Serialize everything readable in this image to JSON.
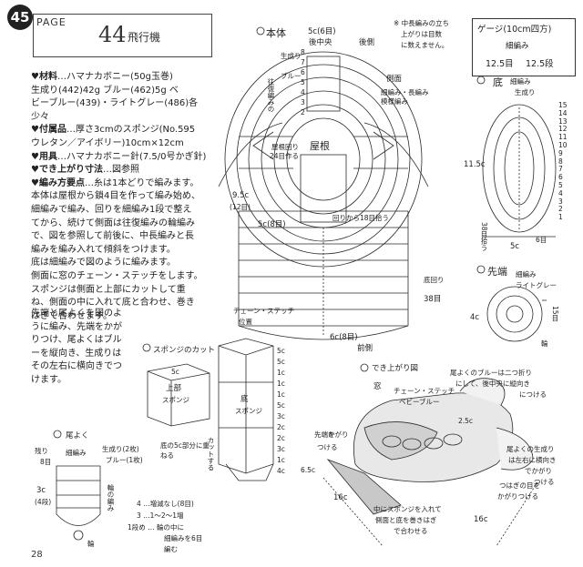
{
  "header": {
    "pattern_number": "45",
    "page_label": "PAGE",
    "page_number": "44",
    "title": "飛行機"
  },
  "instructions": {
    "materials_label": "材料",
    "materials_text": "…ハマナカボニー(50g玉巻)",
    "materials_line2": "生成り(442)42g ブルー(462)5g ベ",
    "materials_line3": "ビーブルー(439)・ライトグレー(486)各",
    "materials_line4": "少々",
    "accessories_label": "付属品",
    "accessories_text": "…厚さ3cmのスポンジ(No.595",
    "accessories_line2": "ウレタン／アイボリー)10cm×12cm",
    "tools_label": "用具",
    "tools_text": "…ハマナカボニー針(7.5/0号かぎ針)",
    "size_label": "でき上がり寸法",
    "size_text": "…図参照",
    "points_label": "編み方要点",
    "points_text": "…糸は1本どりで編みます。",
    "points_lines": [
      "本体は屋根から鎖4目を作って編み始め、",
      "細編みで編み、回りを細編み1段で整え",
      "てから、続けて側面は往復編みの輪編み",
      "で、図を参照して前後に、中長編みと長",
      "編みを編み入れて傾斜をつけます。",
      "底は細編みで図のように編みます。",
      "側面に窓のチェーン・ステッチをします。",
      "スポンジは側面と上部にカットして重",
      "ね、側面の中に入れて底と合わせ、巻き",
      "はぎで合わせます。"
    ],
    "tail_lines": [
      "先端と尾よくを図のよ",
      "うに編み、先端をかが",
      "りつけ、尾よくはブル",
      "ーを縦向き、生成りは",
      "その左右に横向きでつ",
      "けます。"
    ]
  },
  "gauge": {
    "title": "ゲージ",
    "unit": "(10cm四方)",
    "stitch": "細編み",
    "rows": "12.5目",
    "cols": "12.5段"
  },
  "body_section": {
    "title": "本体",
    "top_width": "5c(6目)",
    "back_label": "後中央",
    "back_side": "後側",
    "front_side": "前側",
    "note1": "※ 中長編みの立ち",
    "note2": "上がりは目数",
    "note3": "に数えません。",
    "side_label": "側面",
    "side_desc1": "細編み・長編み",
    "side_desc2": "模様編み",
    "roof_label": "屋根",
    "roof_counts": "屋根回り",
    "roof_count_val": "24目作る",
    "height": "9.5c",
    "height_rows": "(12目)",
    "bottom_width": "5c(8目)",
    "round_count": "回りから18目拾う",
    "bottom_round": "底回り",
    "bottom_stitches": "38目",
    "chain_stitch": "チェーン・ステッチ",
    "position": "位置",
    "bottom_width2": "6c(8目)",
    "yarn_off": "生成り",
    "yarn_blue": "ブルー",
    "row_labels": [
      "8",
      "7",
      "6",
      "5",
      "4",
      "3",
      "2"
    ],
    "row_notes": [
      "往復",
      "編み",
      "の"
    ]
  },
  "bottom_section": {
    "title": "底",
    "desc": "細編み",
    "yarn": "生成り",
    "width": "5c",
    "width_stitches": "6目",
    "height": "11.5c",
    "pickup": "38目拾う",
    "row_numbers": [
      "15",
      "14",
      "13",
      "12",
      "11",
      "10",
      "9",
      "8",
      "7",
      "6",
      "5",
      "4",
      "3",
      "2",
      "1"
    ]
  },
  "tip_section": {
    "title": "先端",
    "desc": "細編み",
    "yarn": "ライトグレー",
    "height": "4c",
    "stitch_count": "15目",
    "ring": "輪"
  },
  "sponge_section": {
    "title": "スポンジのカット",
    "top_label": "上部",
    "top_sub": "スポンジ",
    "top_dim": "5c",
    "bottom_label": "底",
    "bottom_sub": "スポンジ",
    "note": "底の5c部分に重ねる",
    "dims": [
      "5c",
      "5c",
      "1c",
      "1c",
      "1c",
      "5c",
      "3c",
      "2c",
      "2c",
      "3c",
      "1c",
      "4c"
    ],
    "cut_note": "カットする"
  },
  "tail_section": {
    "title": "尾よく",
    "remaining": "残り",
    "remaining_val": "8目",
    "desc": "細編み",
    "yarn1": "生成り(2枚)",
    "yarn2": "ブルー(1枚)",
    "height": "3c",
    "height_rows": "(4段)",
    "ring": "輪",
    "ring_note": "輪の編み",
    "counts1": "4 …増減なし(8目)",
    "counts2": "3 …1～2～1増",
    "counts3": "1段め … 輪の中に",
    "counts4": "細編みを6目",
    "counts5": "編む"
  },
  "finish_section": {
    "title": "でき上がり図",
    "window": "窓",
    "chain": "チェーン・ステッチ",
    "chain_color": "ベビーブルー",
    "tail_note1": "尾よくのブルーは二つ折り",
    "tail_note2": "にして、後中央に縦向き",
    "tail_note3": "につける",
    "dim_25": "2.5c",
    "tip_note1": "先端を",
    "tip_note2": "かがり",
    "tip_note3": "つける",
    "dim_65": "6.5c",
    "dim_16_left": "16c",
    "dim_16_right": "16c",
    "side_note1": "尾よくの生成り",
    "side_note2": "は左右に横向き",
    "side_note3": "でかがり",
    "side_note4": "つける",
    "seam_note1": "つはぎの目を",
    "seam_note2": "かがりつける",
    "sponge_note1": "中にスポンジを入れて",
    "sponge_note2": "側面と底を巻きはぎ",
    "sponge_note3": "で合わせる"
  },
  "footer": {
    "page": "28"
  },
  "colors": {
    "ink": "#1a1a1a",
    "paper": "#ffffff",
    "shade": "#777777"
  }
}
